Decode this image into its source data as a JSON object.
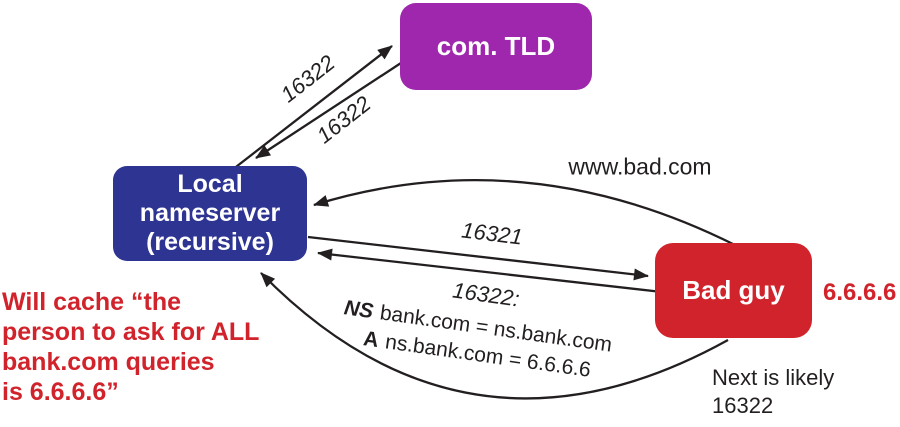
{
  "boxes": {
    "tld": {
      "label": "com. TLD"
    },
    "local": {
      "label": "Local\nnameserver\n(recursive)"
    },
    "bad": {
      "label": "Bad guy"
    }
  },
  "arrows": {
    "query_tld": {
      "label": "16322"
    },
    "response_tld": {
      "label": "16322"
    },
    "www_bad": {
      "label": "www.bad.com"
    },
    "query_bad": {
      "label": "16321"
    },
    "spoof_response": {
      "id_label": "16322:",
      "ns_type": "NS",
      "ns_value": "bank.com = ns.bank.com",
      "a_type": "A",
      "a_value": "ns.bank.com = 6.6.6.6"
    }
  },
  "annotations": {
    "bad_ip": "6.6.6.6",
    "next_likely": "Next is likely\n16322",
    "will_cache": "Will cache “the\nperson to ask for ALL\nbank.com queries\nis 6.6.6.6”"
  },
  "colors": {
    "tld_box": "#9F27AE",
    "local_box": "#2D3492",
    "bad_box": "#D1232B",
    "accent_red": "#D1232B",
    "arrow": "#231F20"
  }
}
